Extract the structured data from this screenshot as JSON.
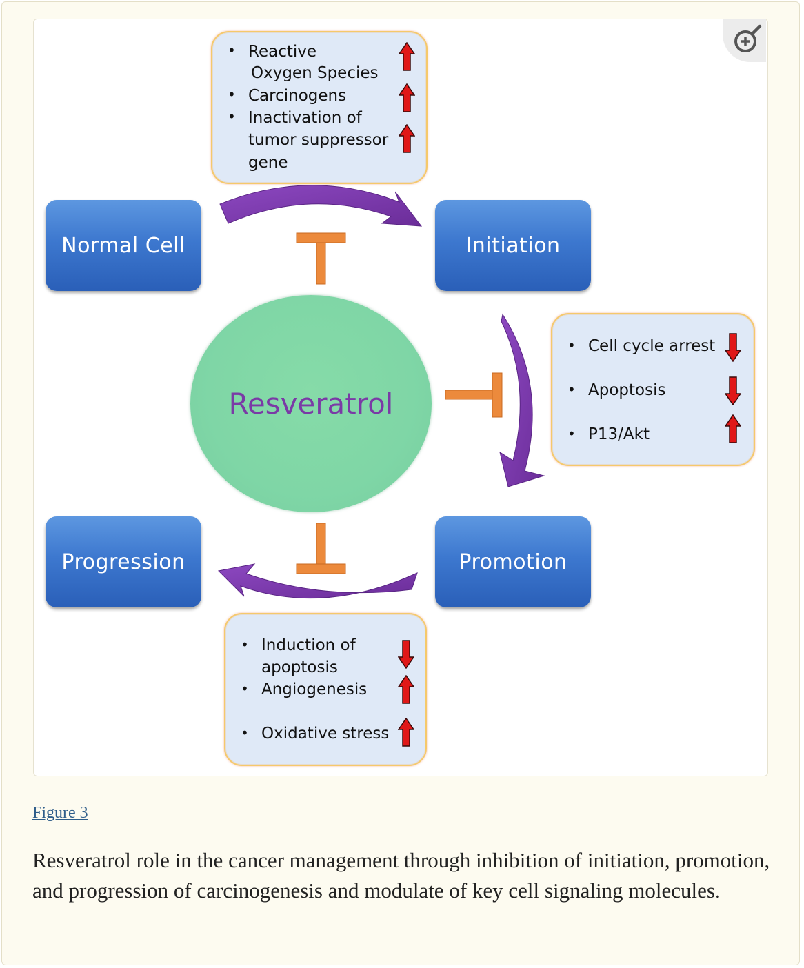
{
  "figure": {
    "stages": {
      "normal_cell": "Normal Cell",
      "initiation": "Initiation",
      "promotion": "Promotion",
      "progression": "Progression"
    },
    "center_label": "Resveratrol",
    "top_box": [
      {
        "line1": "Reactive",
        "line2": "Oxygen Species",
        "direction": "up"
      },
      {
        "line1": "Carcinogens",
        "direction": "up"
      },
      {
        "line1": "Inactivation of",
        "line2": "tumor suppressor",
        "line3": "gene",
        "direction": "up"
      }
    ],
    "right_box": [
      {
        "label": "Cell cycle arrest",
        "direction": "down"
      },
      {
        "label": "Apoptosis",
        "direction": "down"
      },
      {
        "label": "P13/Akt",
        "direction": "up"
      }
    ],
    "bottom_box": [
      {
        "line1": "Induction of",
        "line2": "apoptosis",
        "direction": "down"
      },
      {
        "line1": "Angiogenesis",
        "direction": "up"
      },
      {
        "line1": "Oxidative stress",
        "direction": "up"
      }
    ],
    "colors": {
      "stage_blue": "#3d78cf",
      "center_green": "#7fd6a6",
      "center_text": "#7a3aa6",
      "curve_purple": "#7a35a8",
      "inhibitor_orange": "#ec8a3c",
      "arrow_red": "#e01818",
      "box_fill": "#dfe9f7",
      "box_border": "#f5c96b"
    }
  },
  "caption": {
    "link": "Figure 3",
    "text": "Resveratrol role in the cancer management through inhibition of initiation, promotion, and progression of carcinogenesis and modulate of key cell signaling molecules."
  },
  "icons": {
    "zoom": "zoom-in-icon"
  }
}
